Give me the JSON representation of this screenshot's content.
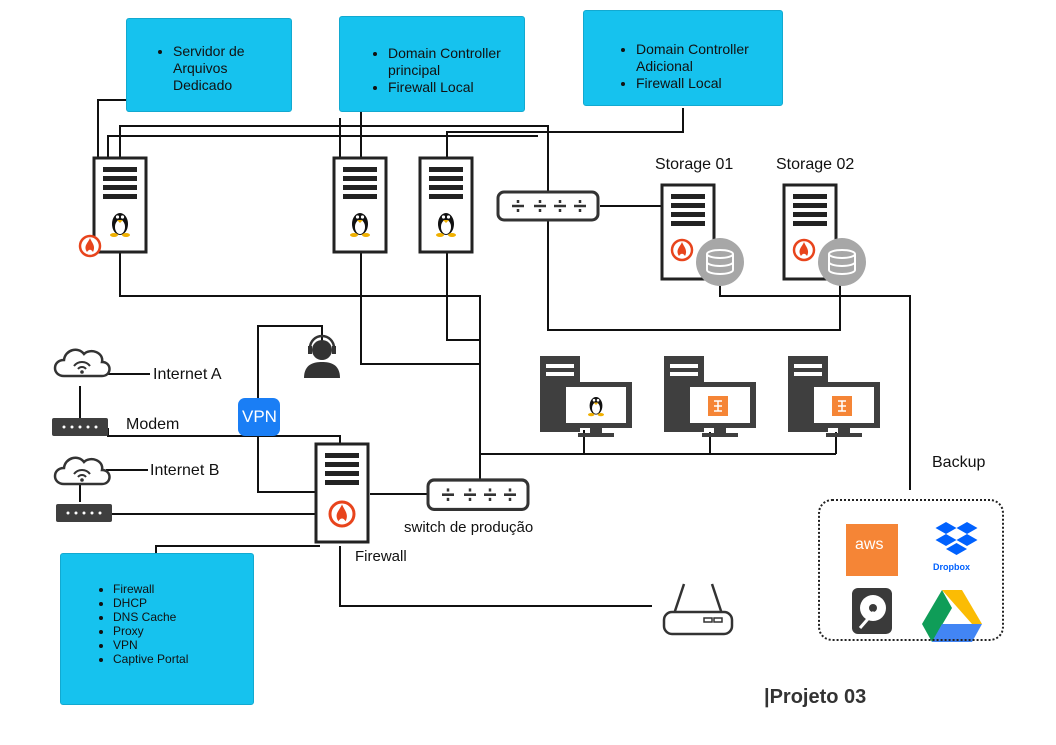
{
  "notes": {
    "file_server": [
      "Servidor de Arquivos Dedicado"
    ],
    "dc_primary": [
      "Domain Controller principal",
      "Firewall Local"
    ],
    "dc_additional": [
      "Domain Controller Adicional",
      "Firewall Local"
    ],
    "firewall_services": [
      "Firewall",
      "DHCP",
      "DNS Cache",
      "Proxy",
      "VPN",
      "Captive Portal"
    ]
  },
  "labels": {
    "storage_01": "Storage 01",
    "storage_02": "Storage 02",
    "internet_a": "Internet A",
    "internet_b": "Internet B",
    "modem": "Modem",
    "vpn": "VPN",
    "firewall": "Firewall",
    "switch_production": "switch de produção",
    "backup": "Backup",
    "aws": "aws",
    "dropbox": "Dropbox",
    "project_title": "|Projeto 03"
  },
  "colors": {
    "note_fill": "#16c2ee",
    "vpn_fill": "#1a7ef5",
    "aws_orange": "#f58536",
    "dropbox_blue": "#0061fe",
    "firewall_red": "#e8441c"
  },
  "icons": {
    "linux": "tux-icon",
    "windows": "windows-icon",
    "firewall": "firewall-flame-icon",
    "storage": "database-disk-icon",
    "cloud": "cloud-wifi-icon",
    "router": "wireless-router-icon",
    "user": "headset-user-icon",
    "hdd": "hard-drive-icon",
    "drive": "google-drive-icon"
  }
}
